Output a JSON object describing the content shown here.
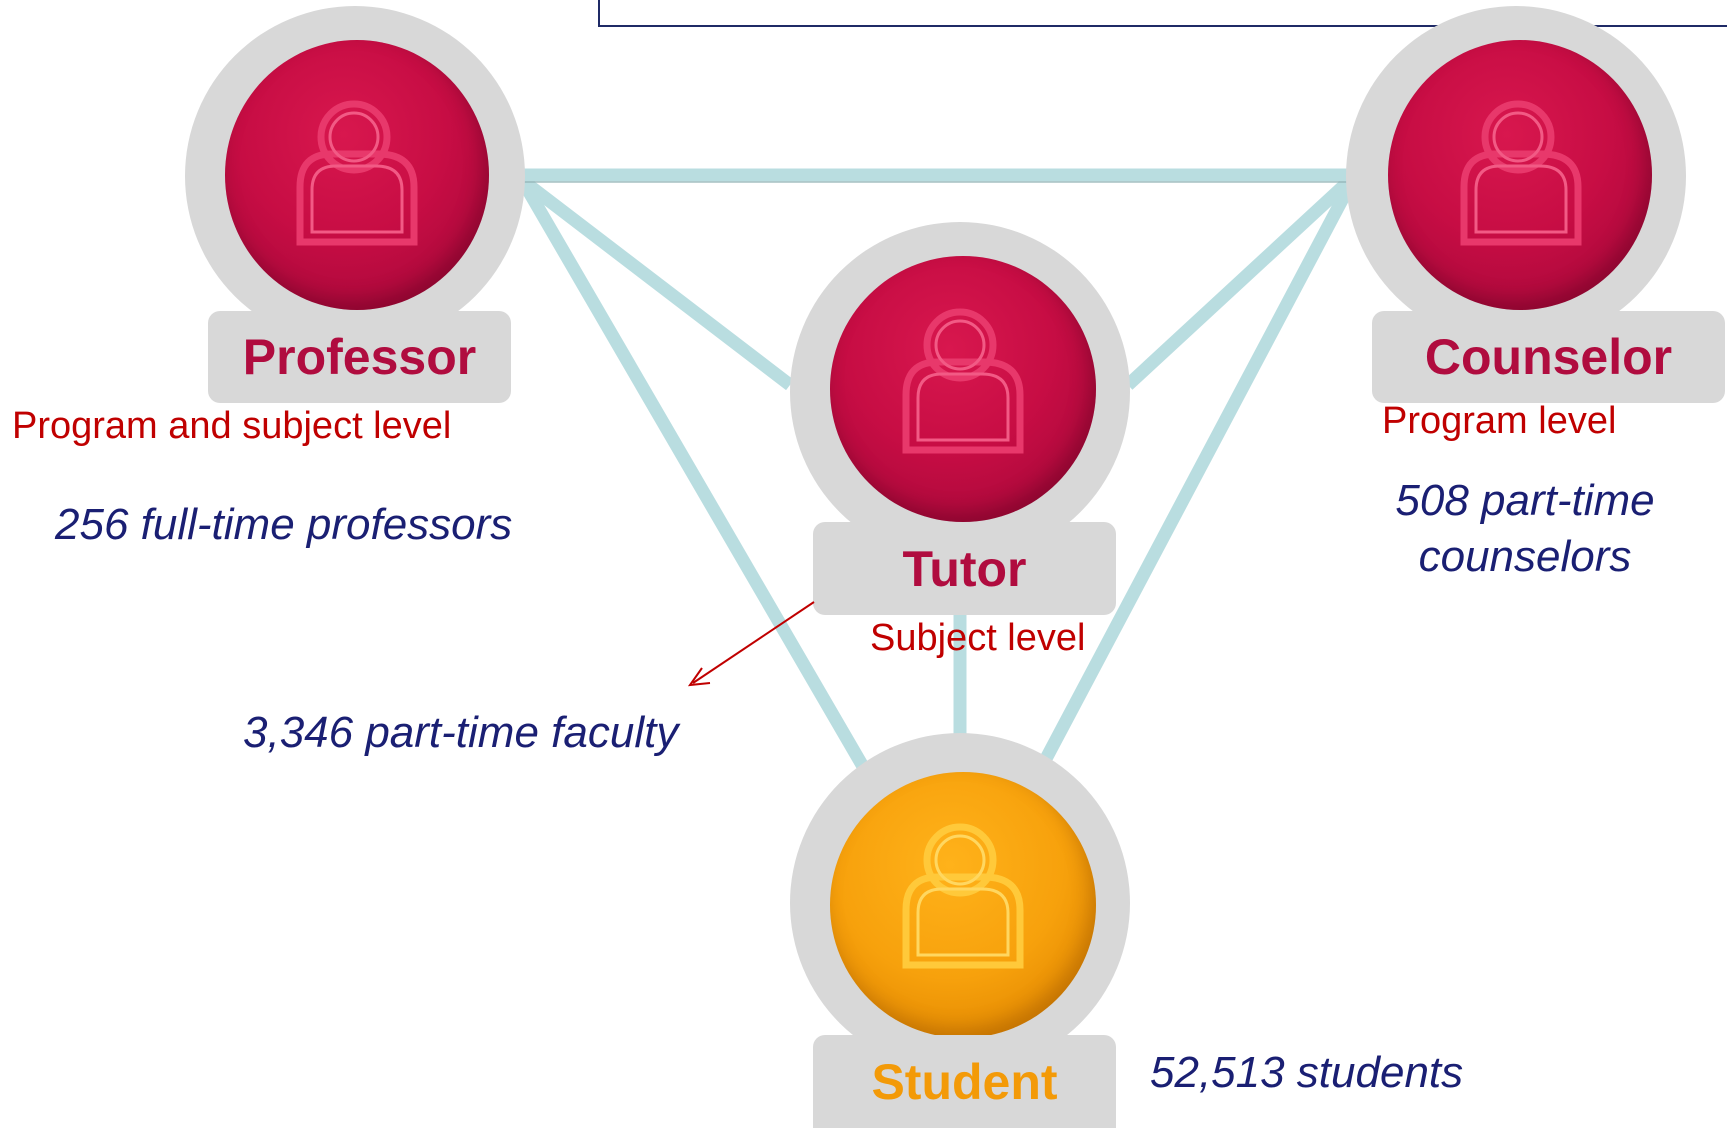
{
  "nodes": {
    "professor": {
      "label": "Professor",
      "level": "Program and subject level",
      "count": "256 full-time professors"
    },
    "tutor": {
      "label": "Tutor",
      "level": "Subject level",
      "count": "3,346 part-time faculty"
    },
    "counselor": {
      "label": "Counselor",
      "level": "Program level",
      "count_line1": "508 part-time",
      "count_line2": "counselors"
    },
    "student": {
      "label": "Student",
      "count": "52,513 students"
    }
  },
  "colors": {
    "staff_node": "#c70d44",
    "student_node": "#f7a10c",
    "connector": "#b9dde0",
    "level_text": "#c00000",
    "count_text": "#1a1f73",
    "label_bg": "#d8d8d8"
  },
  "icons": [
    "person-icon"
  ]
}
